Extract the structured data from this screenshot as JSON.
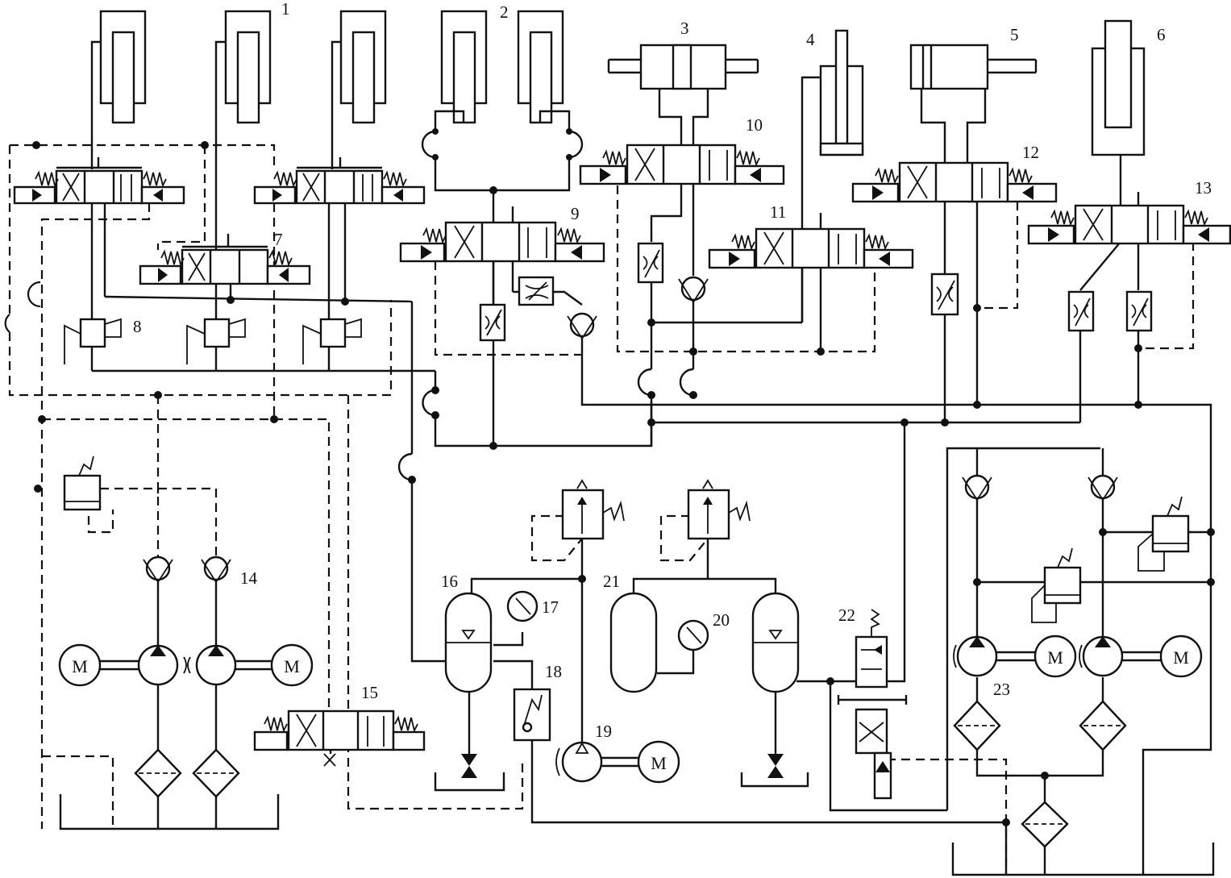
{
  "labels": {
    "c1": "1",
    "c2": "2",
    "c3": "3",
    "c4": "4",
    "c5": "5",
    "c6": "6",
    "c7": "7",
    "c8": "8",
    "c9": "9",
    "c10": "10",
    "c11": "11",
    "c12": "12",
    "c13": "13",
    "c14": "14",
    "c15": "15",
    "c16": "16",
    "c17": "17",
    "c18": "18",
    "c19": "19",
    "c20": "20",
    "c21": "21",
    "c22": "22",
    "c23": "23"
  },
  "motor_label": "M"
}
